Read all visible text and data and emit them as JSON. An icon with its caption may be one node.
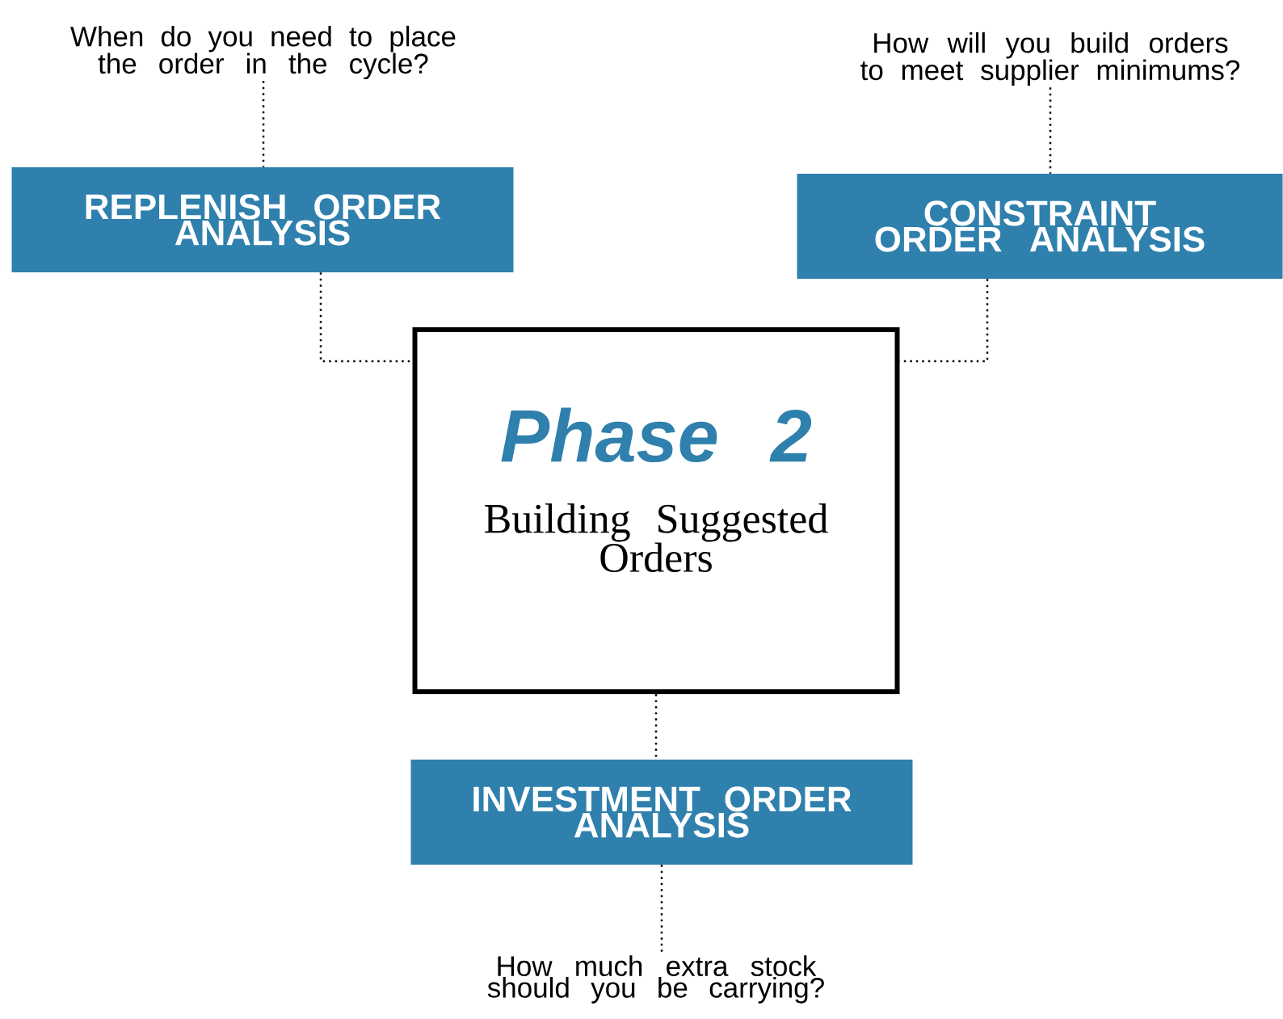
{
  "diagram": {
    "nodes": [
      {
        "text": [
          "When do you need to place the order in the cycle?"
        ]
      },
      {
        "text": [
          "REPLENISH ORDER ANALYSIS"
        ]
      },
      {
        "text": [
          "How will you build orders to meet supplier minimums?"
        ]
      },
      {
        "text": [
          "CONSTRAINT ORDER ANALYSIS"
        ]
      },
      {
        "text": [
          "Phase 2",
          "Building Suggested Orders"
        ]
      },
      {
        "text": [
          "INVESTMENT ORDER ANALYSIS"
        ]
      },
      {
        "text": [
          "How much extra stock should you be carrying?"
        ]
      }
    ],
    "edges": [
      {
        "from": 0,
        "to": 1,
        "arrow": "none"
      },
      {
        "from": 2,
        "to": 3,
        "arrow": "none"
      },
      {
        "from": 1,
        "to": 4,
        "arrow": "none"
      },
      {
        "from": 3,
        "to": 4,
        "arrow": "none"
      },
      {
        "from": 4,
        "to": 5,
        "arrow": "none"
      },
      {
        "from": 5,
        "to": 6,
        "arrow": "none"
      }
    ]
  }
}
